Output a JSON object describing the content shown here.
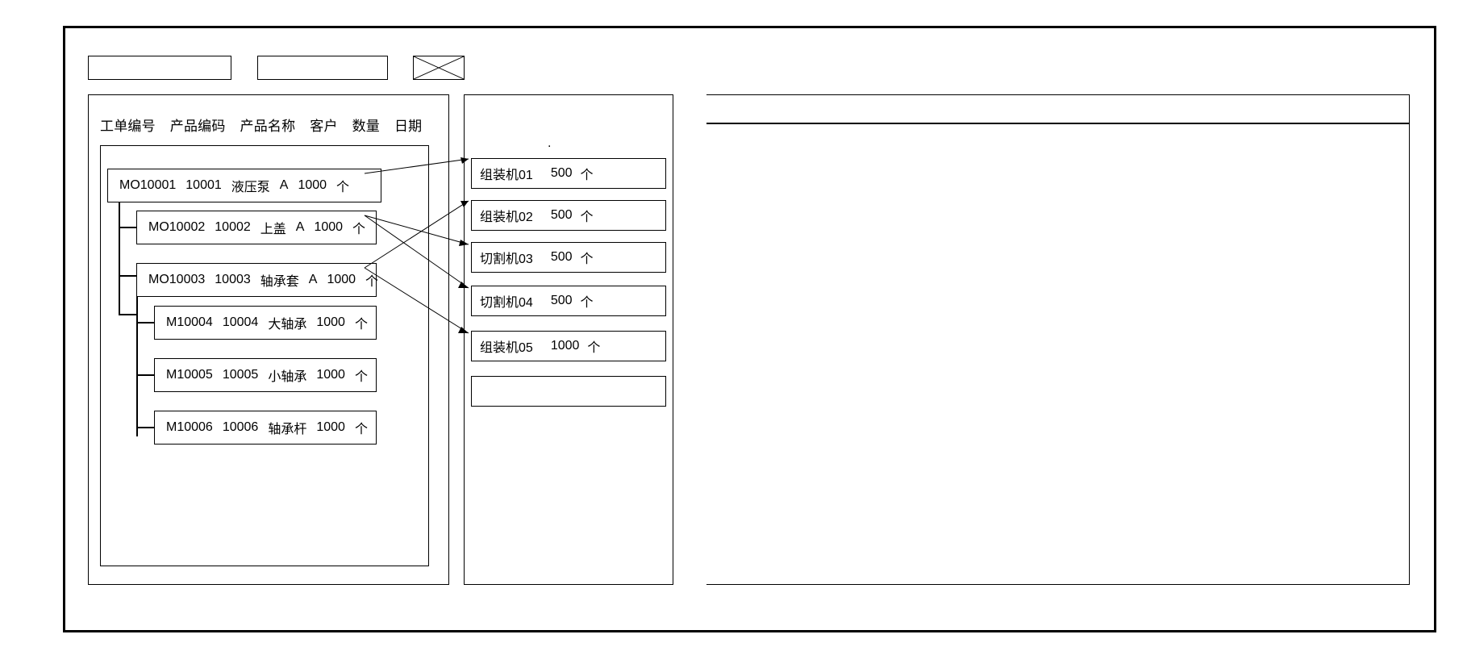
{
  "window": {
    "title": ""
  },
  "toolbar": {
    "field_1_value": "",
    "field_2_value": "",
    "cross_icon_name": "crossed-box-icon"
  },
  "left_panel": {
    "columns": [
      "工单编号",
      "产品编码",
      "产品名称",
      "客户",
      "数量",
      "日期"
    ],
    "rows": [
      {
        "level": 0,
        "order_no": "MO10001",
        "product_code": "10001",
        "product_name": "液压泵",
        "customer": "A",
        "quantity": "1000",
        "unit": "个"
      },
      {
        "level": 1,
        "order_no": "MO10002",
        "product_code": "10002",
        "product_name": "上盖",
        "customer": "A",
        "quantity": "1000",
        "unit": "个"
      },
      {
        "level": 1,
        "order_no": "MO10003",
        "product_code": "10003",
        "product_name": "轴承套",
        "customer": "A",
        "quantity": "1000",
        "unit": "个"
      },
      {
        "level": 2,
        "order_no": "M10004",
        "product_code": "10004",
        "product_name": "大轴承",
        "customer": "",
        "quantity": "1000",
        "unit": "个"
      },
      {
        "level": 2,
        "order_no": "M10005",
        "product_code": "10005",
        "product_name": "小轴承",
        "customer": "",
        "quantity": "1000",
        "unit": "个"
      },
      {
        "level": 2,
        "order_no": "M10006",
        "product_code": "10006",
        "product_name": "轴承杆",
        "customer": "",
        "quantity": "1000",
        "unit": "个"
      }
    ]
  },
  "middle_panel": {
    "marker": ".",
    "machines": [
      {
        "name": "组装机01",
        "quantity": "500",
        "unit": "个"
      },
      {
        "name": "组装机02",
        "quantity": "500",
        "unit": "个"
      },
      {
        "name": "切割机03",
        "quantity": "500",
        "unit": "个"
      },
      {
        "name": "切割机04",
        "quantity": "500",
        "unit": "个"
      },
      {
        "name": "组装机05",
        "quantity": "1000",
        "unit": "个"
      }
    ],
    "empty_slot_value": ""
  },
  "right_panel": {
    "header_value": "",
    "body_value": ""
  },
  "colors": {
    "stroke": "#000000",
    "background": "#ffffff"
  }
}
